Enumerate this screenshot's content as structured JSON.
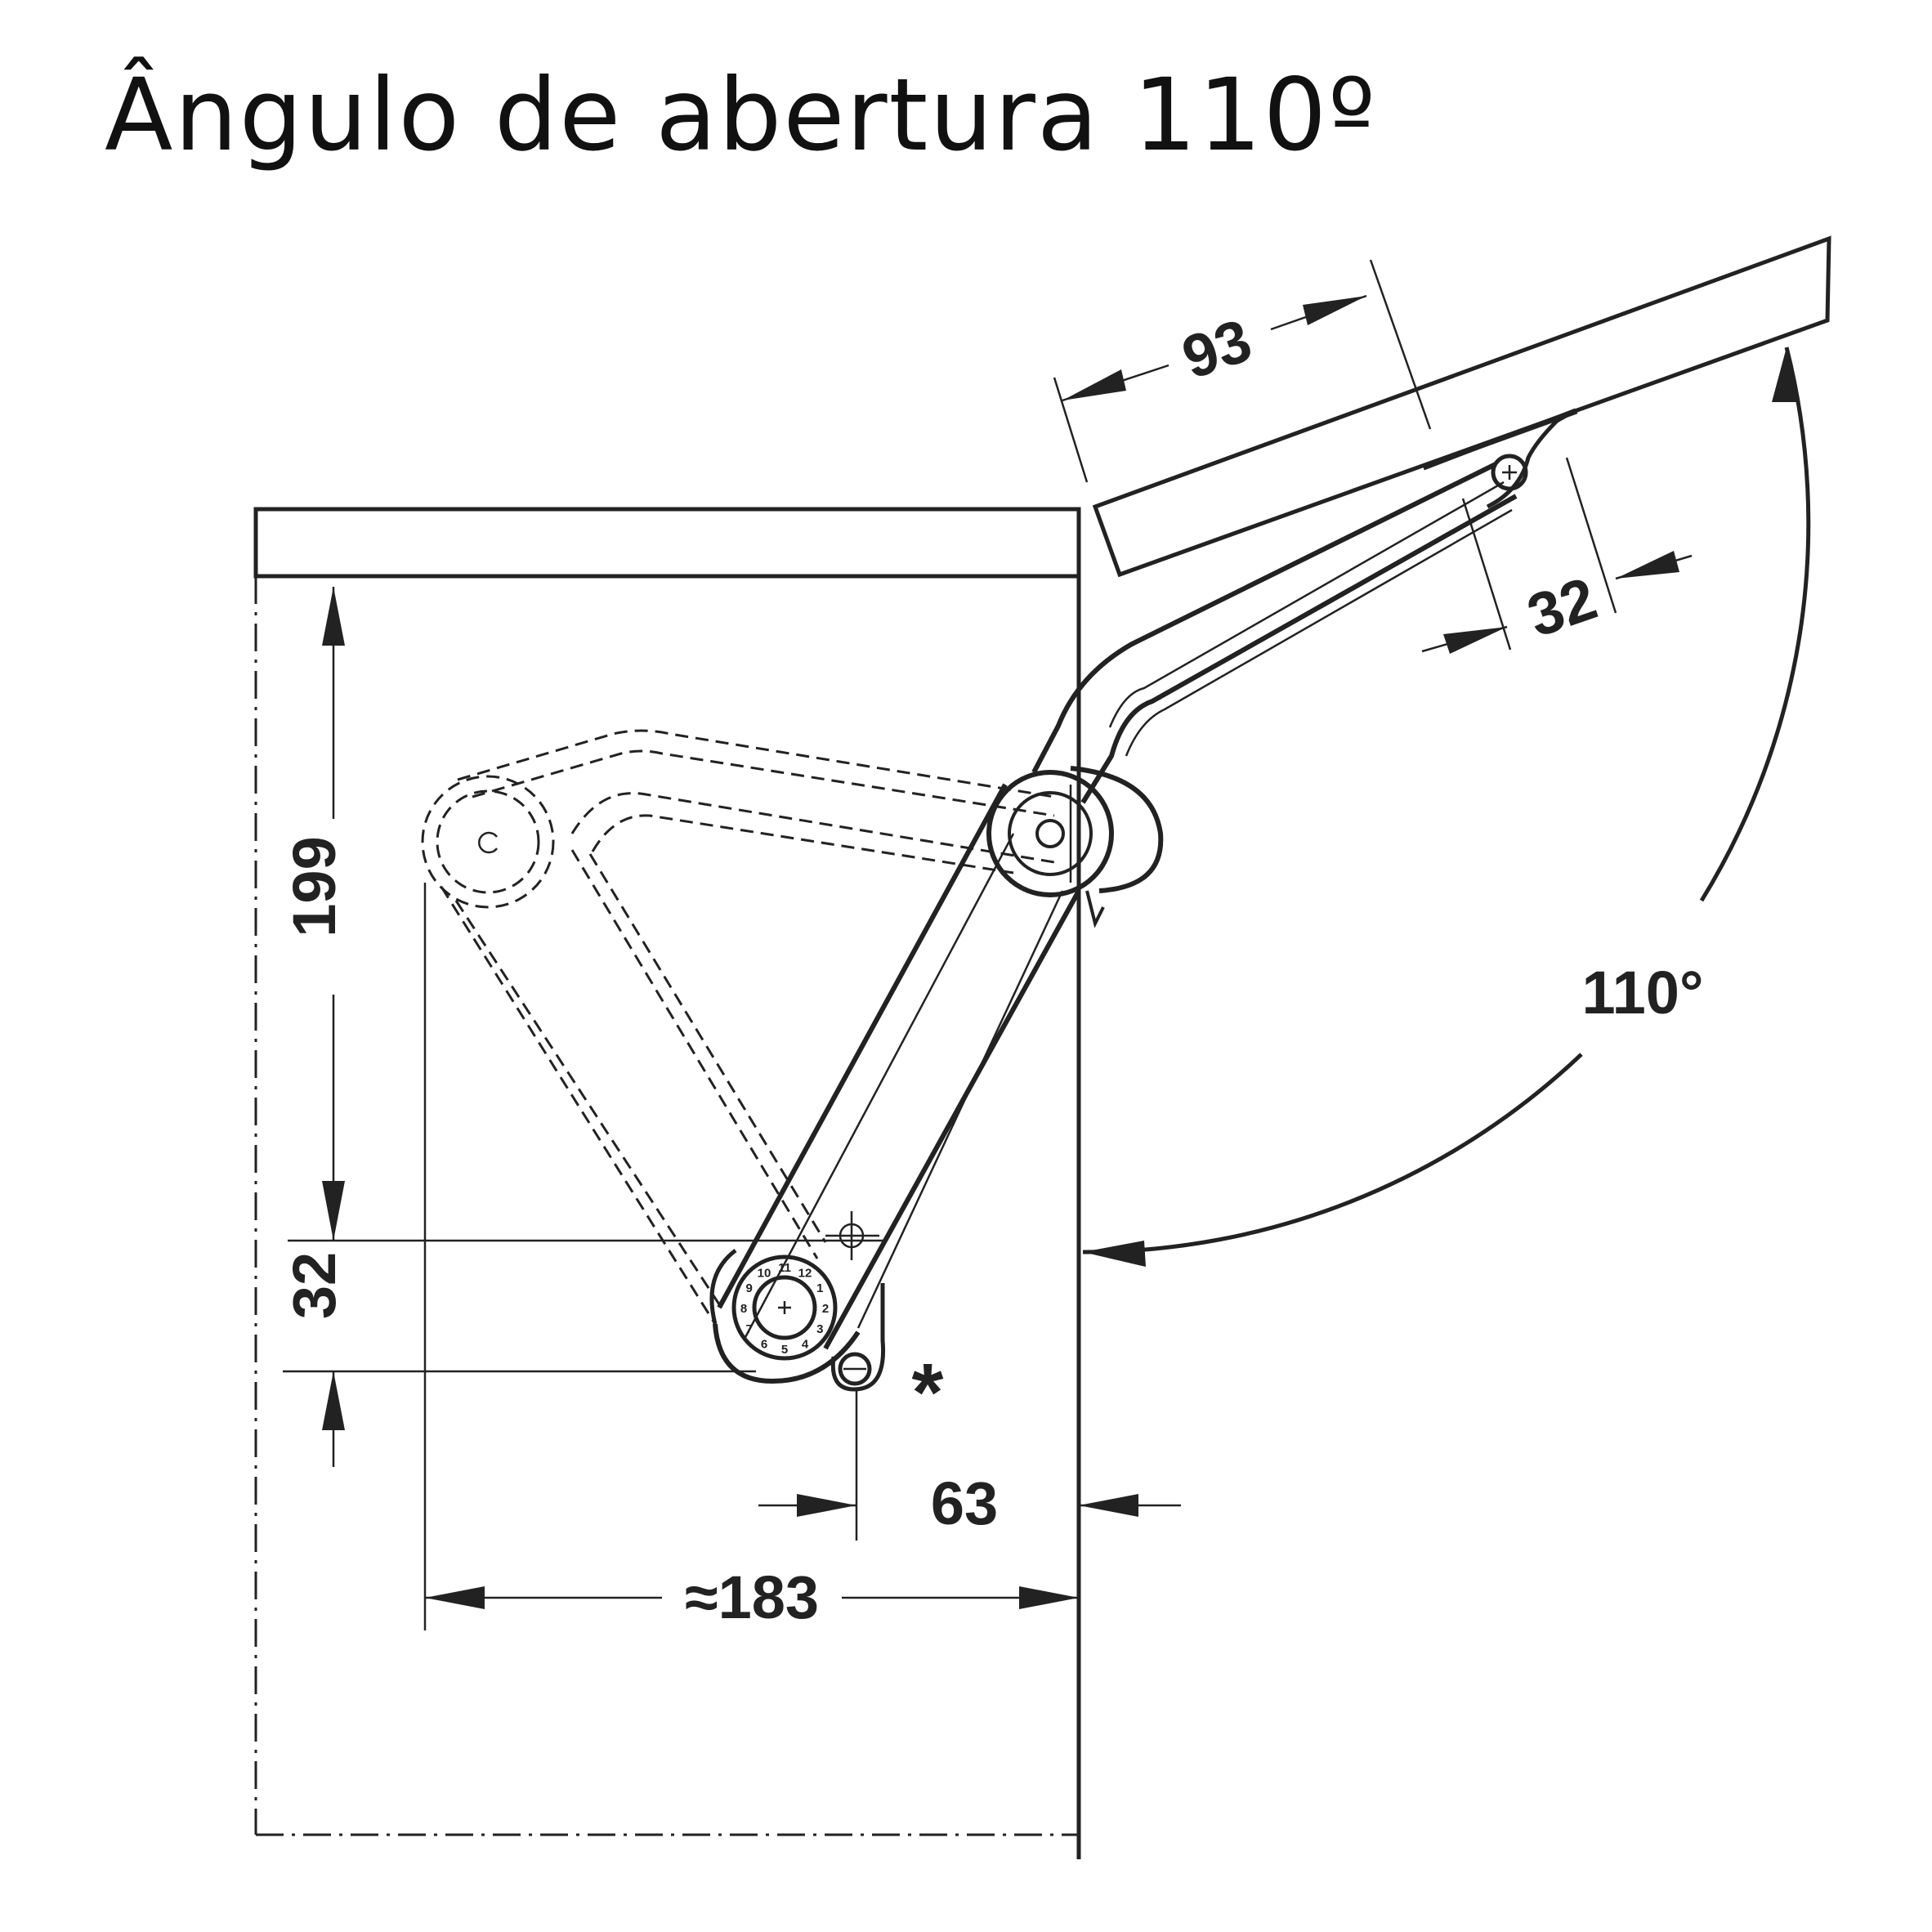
{
  "title": "Ângulo de abertura 110º",
  "dimensions": {
    "flap_offset": "93",
    "flap_hole_distance": "32",
    "angle": "110°",
    "height": "199",
    "vertical_hole_distance": "32",
    "side_offset": "63",
    "depth": "≈183",
    "footnote_mark": "*"
  },
  "dial_numbers": [
    "12",
    "11",
    "10",
    "9",
    "8",
    "7",
    "6",
    "5",
    "4",
    "3",
    "2",
    "1"
  ],
  "colors": {
    "line": "#222222",
    "background": "#ffffff"
  }
}
